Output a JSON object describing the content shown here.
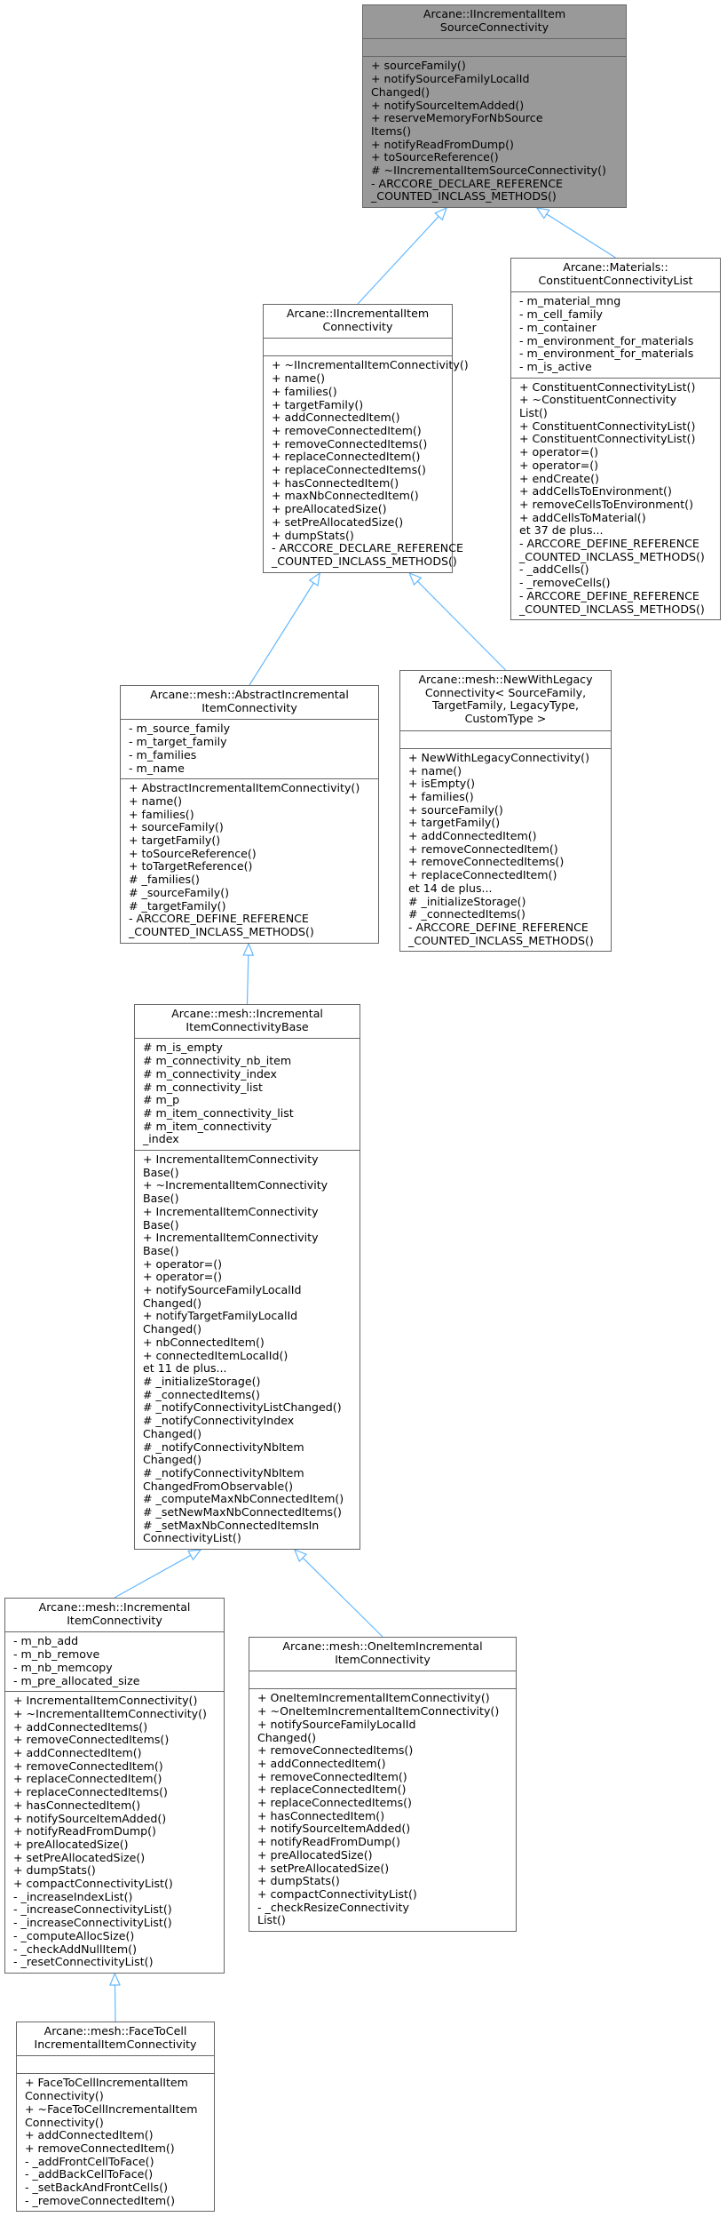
{
  "colors": {
    "edge": "#63b8ff",
    "border": "#666666",
    "highlight": "#999999"
  },
  "classes": [
    {
      "id": "isrc",
      "highlight": true,
      "title": [
        "Arcane::IIncrementalItem",
        "SourceConnectivity"
      ],
      "attributes": [],
      "operations": [
        "+ sourceFamily()",
        "+ notifySourceFamilyLocalId",
        "Changed()",
        "+ notifySourceItemAdded()",
        "+ reserveMemoryForNbSource",
        "Items()",
        "+ notifyReadFromDump()",
        "+ toSourceReference()",
        "# ~IIncrementalItemSourceConnectivity()",
        "- ARCCORE_DECLARE_REFERENCE",
        "_COUNTED_INCLASS_METHODS()"
      ]
    },
    {
      "id": "iconn",
      "highlight": false,
      "title": [
        "Arcane::IIncrementalItem",
        "Connectivity"
      ],
      "attributes": [],
      "operations": [
        "+ ~IIncrementalItemConnectivity()",
        "+ name()",
        "+ families()",
        "+ targetFamily()",
        "+ addConnectedItem()",
        "+ removeConnectedItem()",
        "+ removeConnectedItems()",
        "+ replaceConnectedItem()",
        "+ replaceConnectedItems()",
        "+ hasConnectedItem()",
        "+ maxNbConnectedItem()",
        "+ preAllocatedSize()",
        "+ setPreAllocatedSize()",
        "+ dumpStats()",
        "- ARCCORE_DECLARE_REFERENCE",
        "_COUNTED_INCLASS_METHODS()"
      ]
    },
    {
      "id": "mat",
      "highlight": false,
      "title": [
        "Arcane::Materials::",
        "ConstituentConnectivityList"
      ],
      "attributes": [
        "- m_material_mng",
        "- m_cell_family",
        "- m_container",
        "- m_environment_for_materials",
        "- m_environment_for_materials",
        "- m_is_active"
      ],
      "operations": [
        "+ ConstituentConnectivityList()",
        "+ ~ConstituentConnectivity",
        "List()",
        "+ ConstituentConnectivityList()",
        "+ ConstituentConnectivityList()",
        "+ operator=()",
        "+ operator=()",
        "+ endCreate()",
        "+ addCellsToEnvironment()",
        "+ removeCellsToEnvironment()",
        "+ addCellsToMaterial()",
        "et 37 de plus...",
        "- ARCCORE_DEFINE_REFERENCE",
        "_COUNTED_INCLASS_METHODS()",
        "- _addCells()",
        "- _removeCells()",
        "- ARCCORE_DEFINE_REFERENCE",
        "_COUNTED_INCLASS_METHODS()"
      ]
    },
    {
      "id": "abs",
      "highlight": false,
      "title": [
        "Arcane::mesh::AbstractIncremental",
        "ItemConnectivity"
      ],
      "attributes": [
        "- m_source_family",
        "- m_target_family",
        "- m_families",
        "- m_name"
      ],
      "operations": [
        "+ AbstractIncrementalItemConnectivity()",
        "+ name()",
        "+ families()",
        "+ sourceFamily()",
        "+ targetFamily()",
        "+ toSourceReference()",
        "+ toTargetReference()",
        "# _families()",
        "# _sourceFamily()",
        "# _targetFamily()",
        "- ARCCORE_DEFINE_REFERENCE",
        "_COUNTED_INCLASS_METHODS()"
      ]
    },
    {
      "id": "legacy",
      "highlight": false,
      "title": [
        "Arcane::mesh::NewWithLegacy",
        "Connectivity< SourceFamily,",
        "TargetFamily, LegacyType,",
        "CustomType >"
      ],
      "attributes": [],
      "operations": [
        "+ NewWithLegacyConnectivity()",
        "+ name()",
        "+ isEmpty()",
        "+ families()",
        "+ sourceFamily()",
        "+ targetFamily()",
        "+ addConnectedItem()",
        "+ removeConnectedItem()",
        "+ removeConnectedItems()",
        "+ replaceConnectedItem()",
        "et 14 de plus...",
        "# _initializeStorage()",
        "# _connectedItems()",
        "- ARCCORE_DEFINE_REFERENCE",
        "_COUNTED_INCLASS_METHODS()"
      ]
    },
    {
      "id": "base",
      "highlight": false,
      "title": [
        "Arcane::mesh::Incremental",
        "ItemConnectivityBase"
      ],
      "attributes": [
        "# m_is_empty",
        "# m_connectivity_nb_item",
        "# m_connectivity_index",
        "# m_connectivity_list",
        "# m_p",
        "# m_item_connectivity_list",
        "# m_item_connectivity",
        "_index"
      ],
      "operations": [
        "+ IncrementalItemConnectivity",
        "Base()",
        "+ ~IncrementalItemConnectivity",
        "Base()",
        "+ IncrementalItemConnectivity",
        "Base()",
        "+ IncrementalItemConnectivity",
        "Base()",
        "+ operator=()",
        "+ operator=()",
        "+ notifySourceFamilyLocalId",
        "Changed()",
        "+ notifyTargetFamilyLocalId",
        "Changed()",
        "+ nbConnectedItem()",
        "+ connectedItemLocalId()",
        "et 11 de plus...",
        "# _initializeStorage()",
        "# _connectedItems()",
        "# _notifyConnectivityListChanged()",
        "# _notifyConnectivityIndex",
        "Changed()",
        "# _notifyConnectivityNbItem",
        "Changed()",
        "# _notifyConnectivityNbItem",
        "ChangedFromObservable()",
        "# _computeMaxNbConnectedItem()",
        "# _setNewMaxNbConnectedItems()",
        "# _setMaxNbConnectedItemsIn",
        "ConnectivityList()"
      ]
    },
    {
      "id": "inc",
      "highlight": false,
      "title": [
        "Arcane::mesh::Incremental",
        "ItemConnectivity"
      ],
      "attributes": [
        "- m_nb_add",
        "- m_nb_remove",
        "- m_nb_memcopy",
        "- m_pre_allocated_size"
      ],
      "operations": [
        "+ IncrementalItemConnectivity()",
        "+ ~IncrementalItemConnectivity()",
        "+ addConnectedItems()",
        "+ removeConnectedItems()",
        "+ addConnectedItem()",
        "+ removeConnectedItem()",
        "+ replaceConnectedItem()",
        "+ replaceConnectedItems()",
        "+ hasConnectedItem()",
        "+ notifySourceItemAdded()",
        "+ notifyReadFromDump()",
        "+ preAllocatedSize()",
        "+ setPreAllocatedSize()",
        "+ dumpStats()",
        "+ compactConnectivityList()",
        "- _increaseIndexList()",
        "- _increaseConnectivityList()",
        "- _increaseConnectivityList()",
        "- _computeAllocSize()",
        "- _checkAddNullItem()",
        "- _resetConnectivityList()"
      ]
    },
    {
      "id": "one",
      "highlight": false,
      "title": [
        "Arcane::mesh::OneItemIncremental",
        "ItemConnectivity"
      ],
      "attributes": [],
      "operations": [
        "+ OneItemIncrementalItemConnectivity()",
        "+ ~OneItemIncrementalItemConnectivity()",
        "+ notifySourceFamilyLocalId",
        "Changed()",
        "+ removeConnectedItems()",
        "+ addConnectedItem()",
        "+ removeConnectedItem()",
        "+ replaceConnectedItem()",
        "+ replaceConnectedItems()",
        "+ hasConnectedItem()",
        "+ notifySourceItemAdded()",
        "+ notifyReadFromDump()",
        "+ preAllocatedSize()",
        "+ setPreAllocatedSize()",
        "+ dumpStats()",
        "+ compactConnectivityList()",
        "- _checkResizeConnectivity",
        "List()"
      ]
    },
    {
      "id": "face",
      "highlight": false,
      "title": [
        "Arcane::mesh::FaceToCell",
        "IncrementalItemConnectivity"
      ],
      "attributes": [],
      "operations": [
        "+ FaceToCellIncrementalItem",
        "Connectivity()",
        "+ ~FaceToCellIncrementalItem",
        "Connectivity()",
        "+ addConnectedItem()",
        "+ removeConnectedItem()",
        "- _addFrontCellToFace()",
        "- _addBackCellToFace()",
        "- _setBackAndFrontCells()",
        "- _removeConnectedItem()"
      ]
    }
  ],
  "inheritance": [
    {
      "child": "iconn",
      "parent": "isrc"
    },
    {
      "child": "mat",
      "parent": "isrc"
    },
    {
      "child": "abs",
      "parent": "iconn"
    },
    {
      "child": "legacy",
      "parent": "iconn"
    },
    {
      "child": "base",
      "parent": "abs"
    },
    {
      "child": "inc",
      "parent": "base"
    },
    {
      "child": "one",
      "parent": "base"
    },
    {
      "child": "face",
      "parent": "inc"
    }
  ]
}
